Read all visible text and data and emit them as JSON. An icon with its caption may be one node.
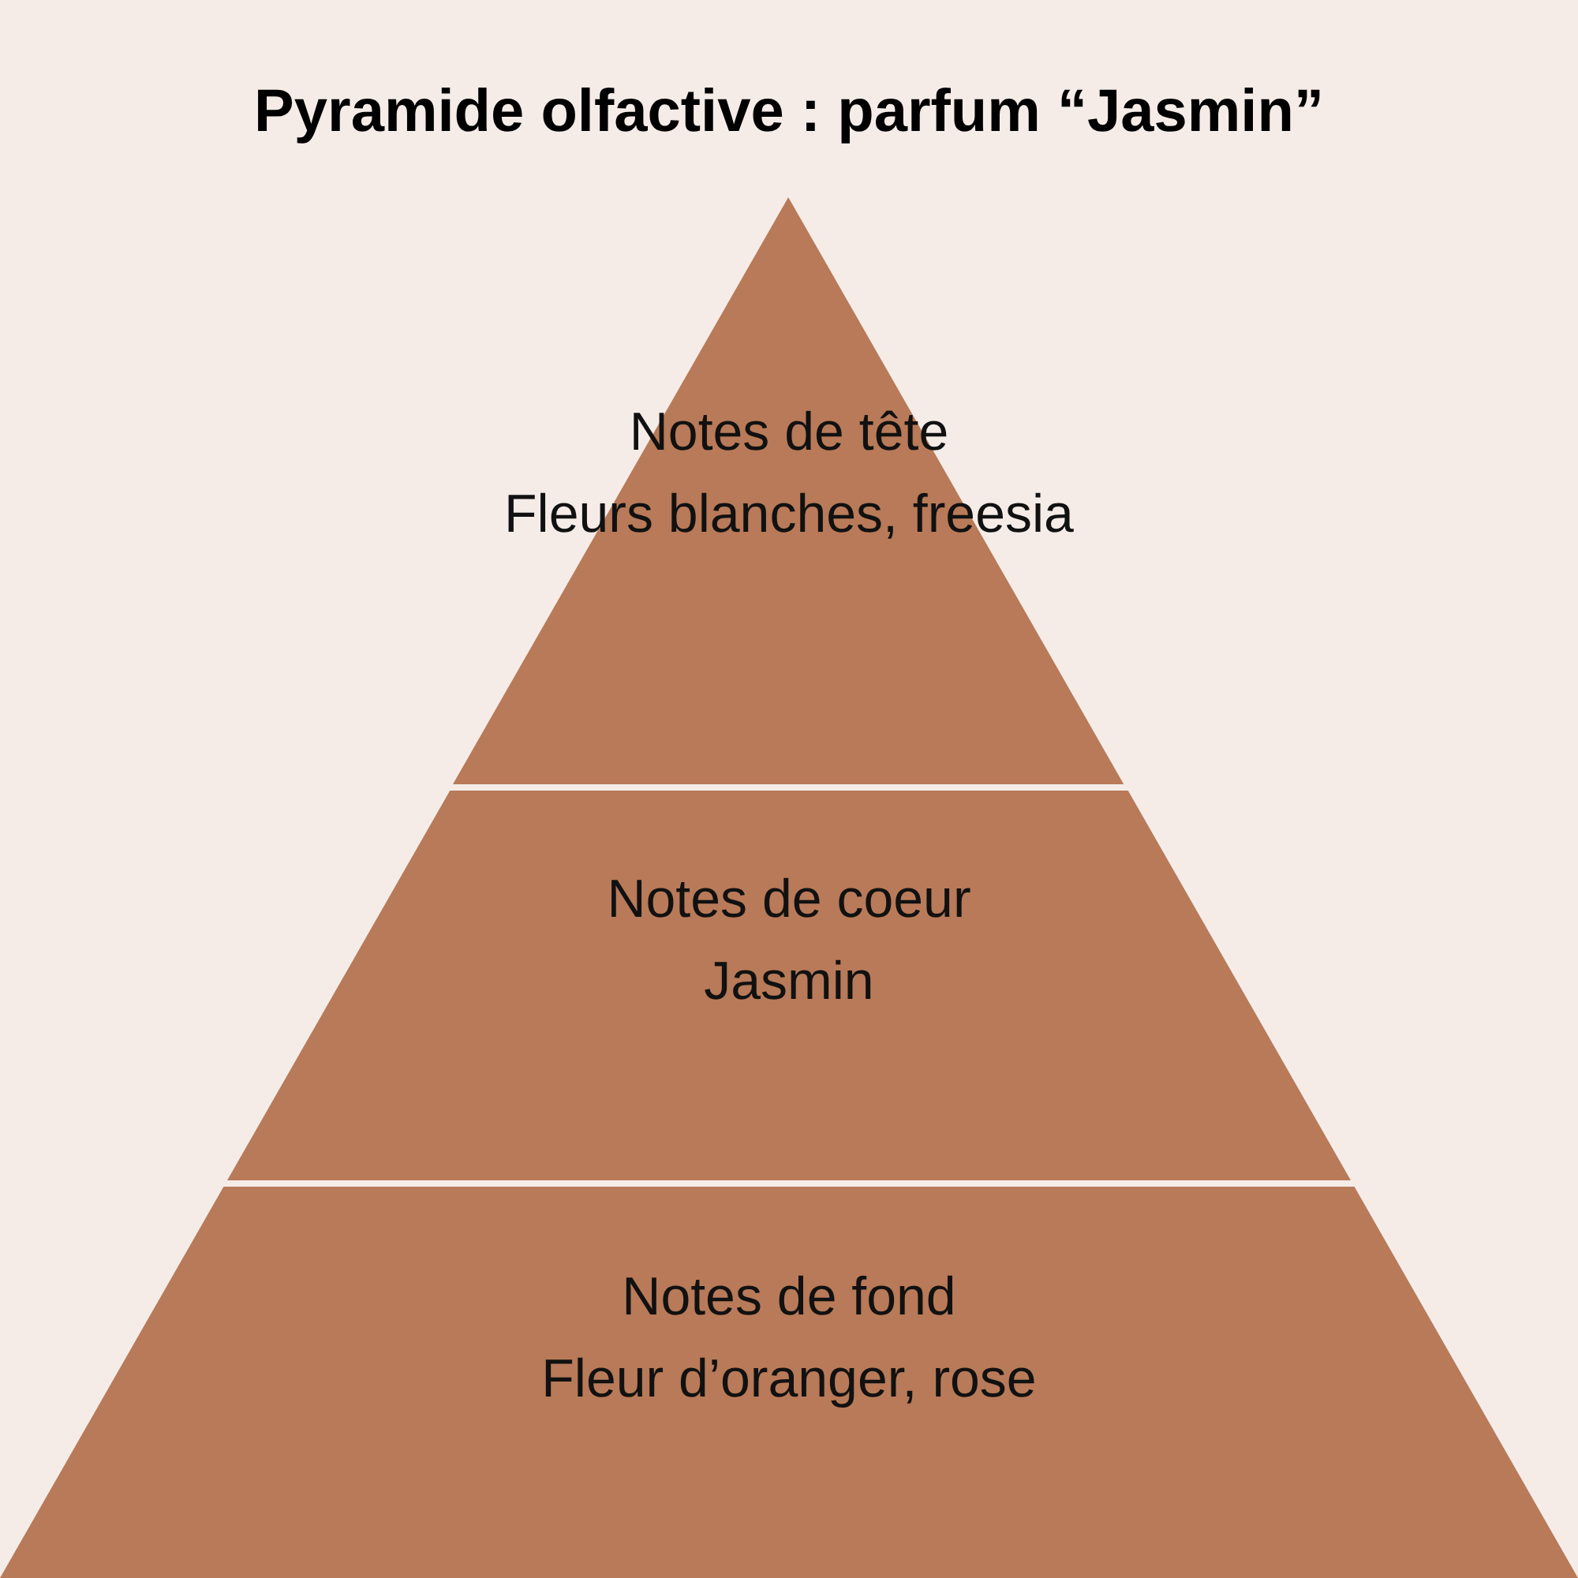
{
  "diagram": {
    "title": "Pyramide olfactive : parfum “Jasmin”",
    "nodes": [
      {
        "text": [
          "Notes de tête",
          "Fleurs blanches, freesia"
        ]
      },
      {
        "text": [
          "Notes de coeur",
          "Jasmin"
        ]
      },
      {
        "text": [
          "Notes de fond",
          "Fleur d’oranger, rose"
        ]
      }
    ],
    "edges": []
  }
}
